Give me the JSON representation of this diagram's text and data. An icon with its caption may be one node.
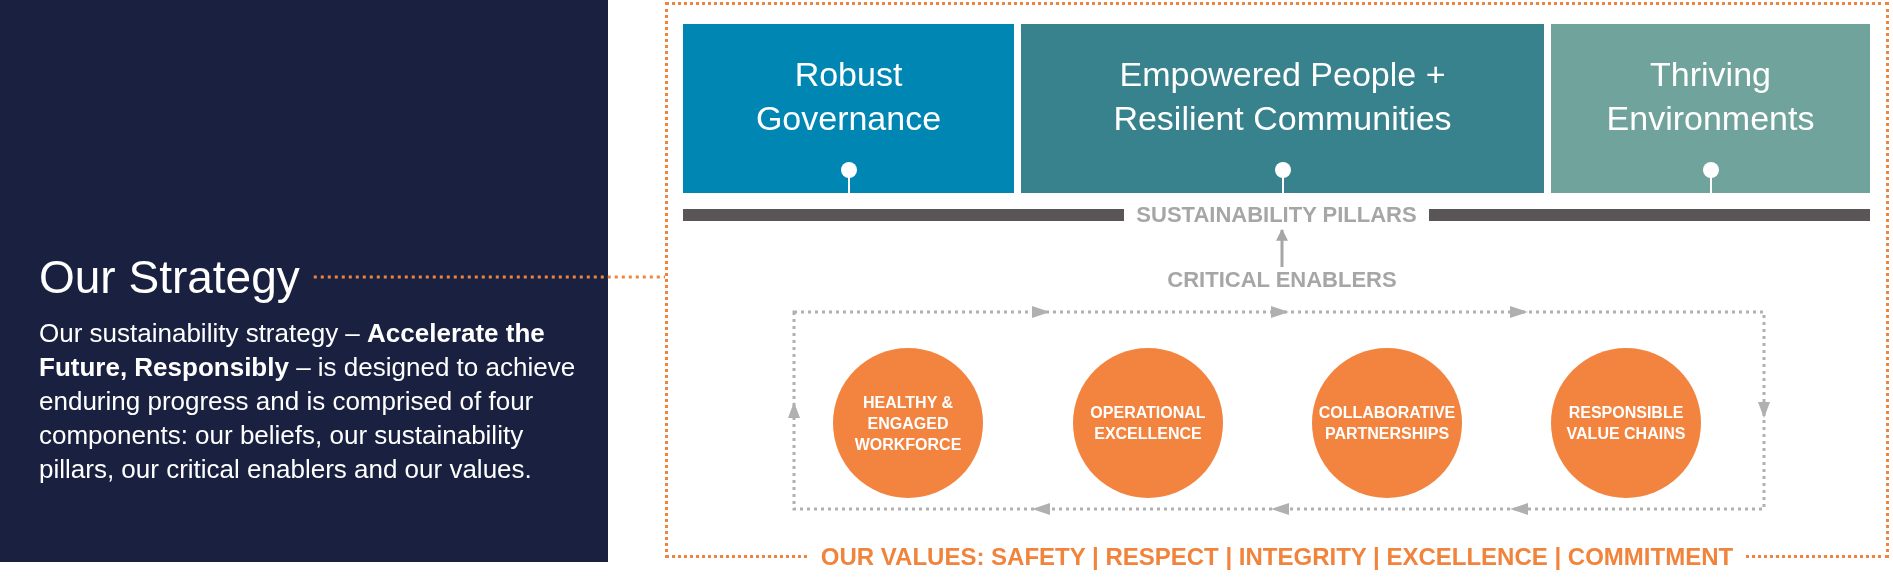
{
  "diagram": {
    "nodes": [
      {
        "text": [
          "Our sustainability strategy – **Accelerate the Future, Responsibly** – is designed to achieve enduring progress and is comprised of four components: our beliefs, our sustainability pillars, our critical enablers and our values."
        ]
      },
      {
        "text": [
          "Our Strategy"
        ],
        "in": 0
      },
      {
        "text": [
          "OUR VALUES: SAFETY | RESPECT | INTEGRITY | EXCELLENCE | COMMITMENT"
        ]
      },
      {
        "text": [
          "Robust Governance"
        ],
        "in": 2
      },
      {
        "text": [
          "Empowered People + Resilient Communities"
        ],
        "in": 2
      },
      {
        "text": [
          "Thriving Environments"
        ],
        "in": 2
      },
      {
        "text": [
          "SUSTAINABILITY PILLARS"
        ],
        "in": 2
      },
      {
        "text": [
          "CRITICAL ENABLERS"
        ],
        "in": 2
      },
      {
        "text": [
          "HEALTHY & ENGAGED WORKFORCE"
        ],
        "in": 2
      },
      {
        "text": [
          "OPERATIONAL EXCELLENCE"
        ],
        "in": 2
      },
      {
        "text": [
          "COLLABORATIVE PARTNERSHIPS"
        ],
        "in": 2
      },
      {
        "text": [
          "RESPONSIBLE VALUE CHAINS"
        ],
        "in": 2
      }
    ],
    "edges": [
      {
        "from": 1,
        "to": 2,
        "arrow": "none",
        "style": "dashed",
        "color": "#f0843c"
      },
      {
        "from": 7,
        "to": 6,
        "arrow": "to",
        "color": "#a6a6a6"
      }
    ]
  }
}
